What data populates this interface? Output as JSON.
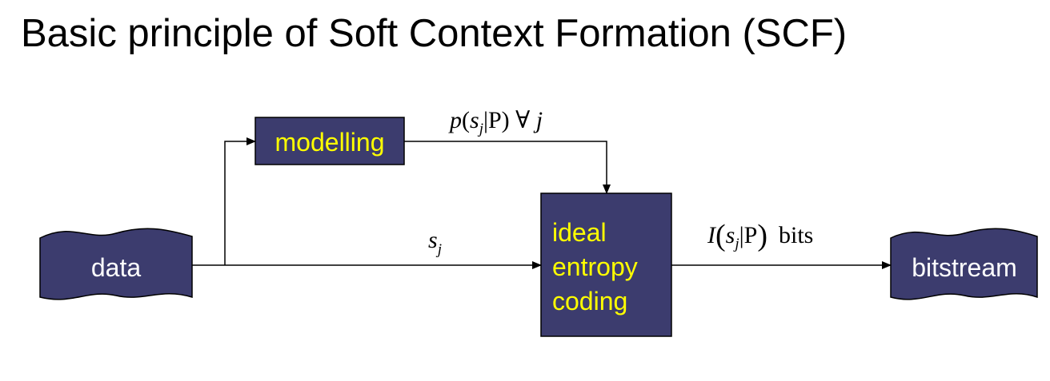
{
  "title": "Basic principle of Soft Context Formation (SCF)",
  "nodes": {
    "data": "data",
    "modelling": "modelling",
    "coding": [
      "ideal",
      "entropy",
      "coding"
    ],
    "bitstream": "bitstream"
  },
  "edges": {
    "prob_label": {
      "p": "p",
      "s": "s",
      "j": "j",
      "rest": "|P) ∀ ",
      "jend": "j"
    },
    "symbol_label": {
      "s": "s",
      "j": "j"
    },
    "info_label": {
      "I": "I",
      "s": "s",
      "j": "j",
      "P": "|P",
      "bits": "bits"
    }
  },
  "colors": {
    "box_fill": "#3c3c6e",
    "box_text_yellow": "#ffff00",
    "box_text_white": "#ffffff",
    "line": "#000000"
  }
}
